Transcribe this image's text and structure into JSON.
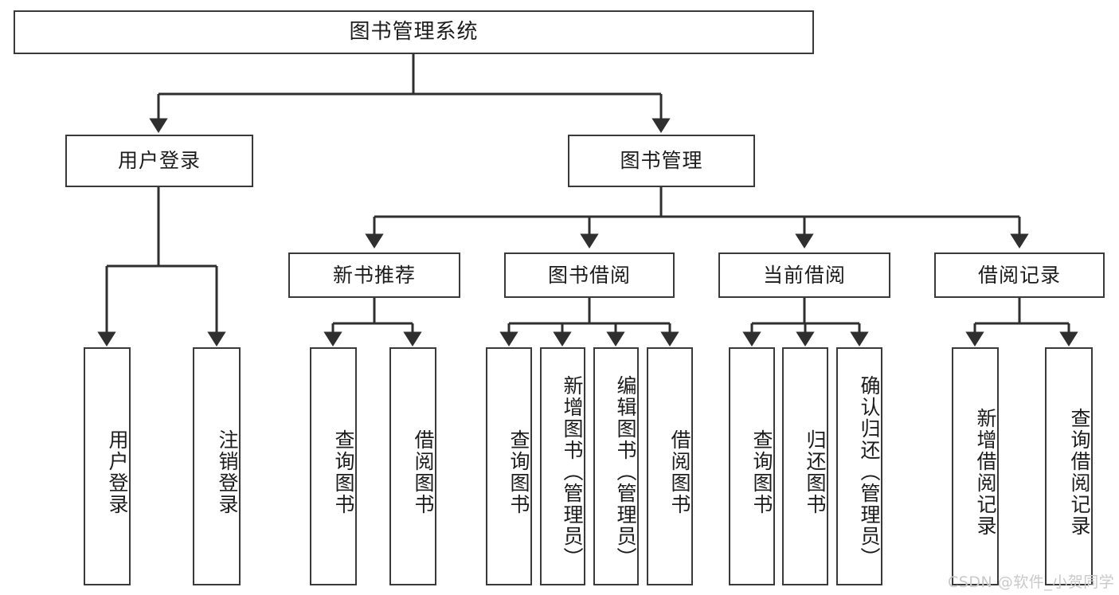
{
  "diagram": {
    "title": "图书管理系统",
    "type": "tree",
    "watermark": "CSDN @软件_小贺同学",
    "colors": {
      "box_border": "#3a3a3a",
      "box_fill": "#ffffff",
      "connector": "#2f2f2f",
      "text": "#1c1c1c",
      "watermark": "#c9c9c9"
    },
    "nodes": {
      "root": {
        "label": "图书管理系统"
      },
      "level2": [
        {
          "id": "user-login",
          "label": "用户登录"
        },
        {
          "id": "book-management",
          "label": "图书管理"
        }
      ],
      "level3": [
        {
          "id": "new-book-recommend",
          "label": "新书推荐"
        },
        {
          "id": "book-borrow",
          "label": "图书借阅"
        },
        {
          "id": "current-borrow",
          "label": "当前借阅"
        },
        {
          "id": "borrow-record",
          "label": "借阅记录"
        }
      ],
      "leaves": {
        "user_login": [
          {
            "id": "leaf-user-login",
            "label": "用户登录"
          },
          {
            "id": "leaf-logout",
            "label": "注销登录"
          }
        ],
        "new_book_recommend": [
          {
            "id": "leaf-query-book-1",
            "label": "查询图书"
          },
          {
            "id": "leaf-borrow-book-1",
            "label": "借阅图书"
          }
        ],
        "book_borrow": [
          {
            "id": "leaf-query-book-2",
            "label": "查询图书"
          },
          {
            "id": "leaf-add-book",
            "label": "新增图书（管理员）"
          },
          {
            "id": "leaf-edit-book",
            "label": "编辑图书（管理员）"
          },
          {
            "id": "leaf-borrow-book-2",
            "label": "借阅图书"
          }
        ],
        "current_borrow": [
          {
            "id": "leaf-query-book-3",
            "label": "查询图书"
          },
          {
            "id": "leaf-return-book",
            "label": "归还图书"
          },
          {
            "id": "leaf-confirm-return",
            "label": "确认归还（管理员）"
          }
        ],
        "borrow_record": [
          {
            "id": "leaf-add-record",
            "label": "新增借阅记录"
          },
          {
            "id": "leaf-query-record",
            "label": "查询借阅记录"
          }
        ]
      }
    }
  }
}
